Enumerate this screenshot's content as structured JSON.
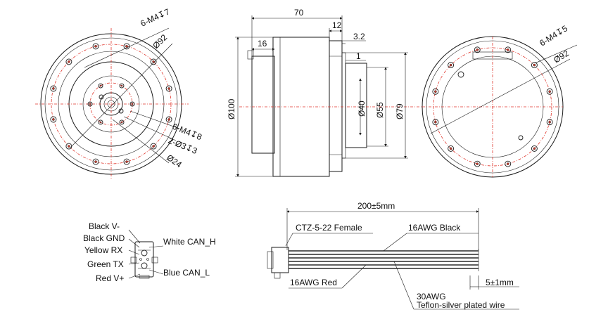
{
  "colors": {
    "ink": "#1a1a1a",
    "pitch_circle": "#e0352b",
    "hole_mark": "#c0392b",
    "background": "#ffffff"
  },
  "front_view": {
    "callout_outer_threads": "6-M4↧7",
    "callout_outer_pcd": "Ø92",
    "callout_inner_threads": "6-M4↧8",
    "callout_pin_holes": "2-Ø3↧3",
    "callout_inner_pcd": "Ø24"
  },
  "side_view": {
    "dim_length": "70",
    "dim_shaft_len": "12",
    "dim_rear_step": "3.2",
    "dim_rear_gap": "1",
    "dim_front_step": "16",
    "dim_body_dia": "Ø100",
    "dim_inner_dia": "Ø40",
    "dim_mid_dia": "Ø55",
    "dim_outer_dia": "Ø79"
  },
  "rear_view": {
    "callout_threads": "6-M4↧5",
    "callout_pcd": "Ø92"
  },
  "connector": {
    "pins": [
      {
        "label": "Black V-"
      },
      {
        "label": "Black GND"
      },
      {
        "label": "Yellow RX"
      },
      {
        "label": "Green TX"
      },
      {
        "label": "Red V+"
      }
    ],
    "right_labels": {
      "can_h": "White CAN_H",
      "can_l": "Blue CAN_L"
    }
  },
  "cable": {
    "length": "200±5mm",
    "connector_type": "CTZ-5-22 Female",
    "power_wire_black": "16AWG Black",
    "power_wire_red": "16AWG Red",
    "strip": "5±1mm",
    "signal_wire_gauge": "30AWG",
    "signal_wire_desc": "Teflon-silver plated wire"
  }
}
